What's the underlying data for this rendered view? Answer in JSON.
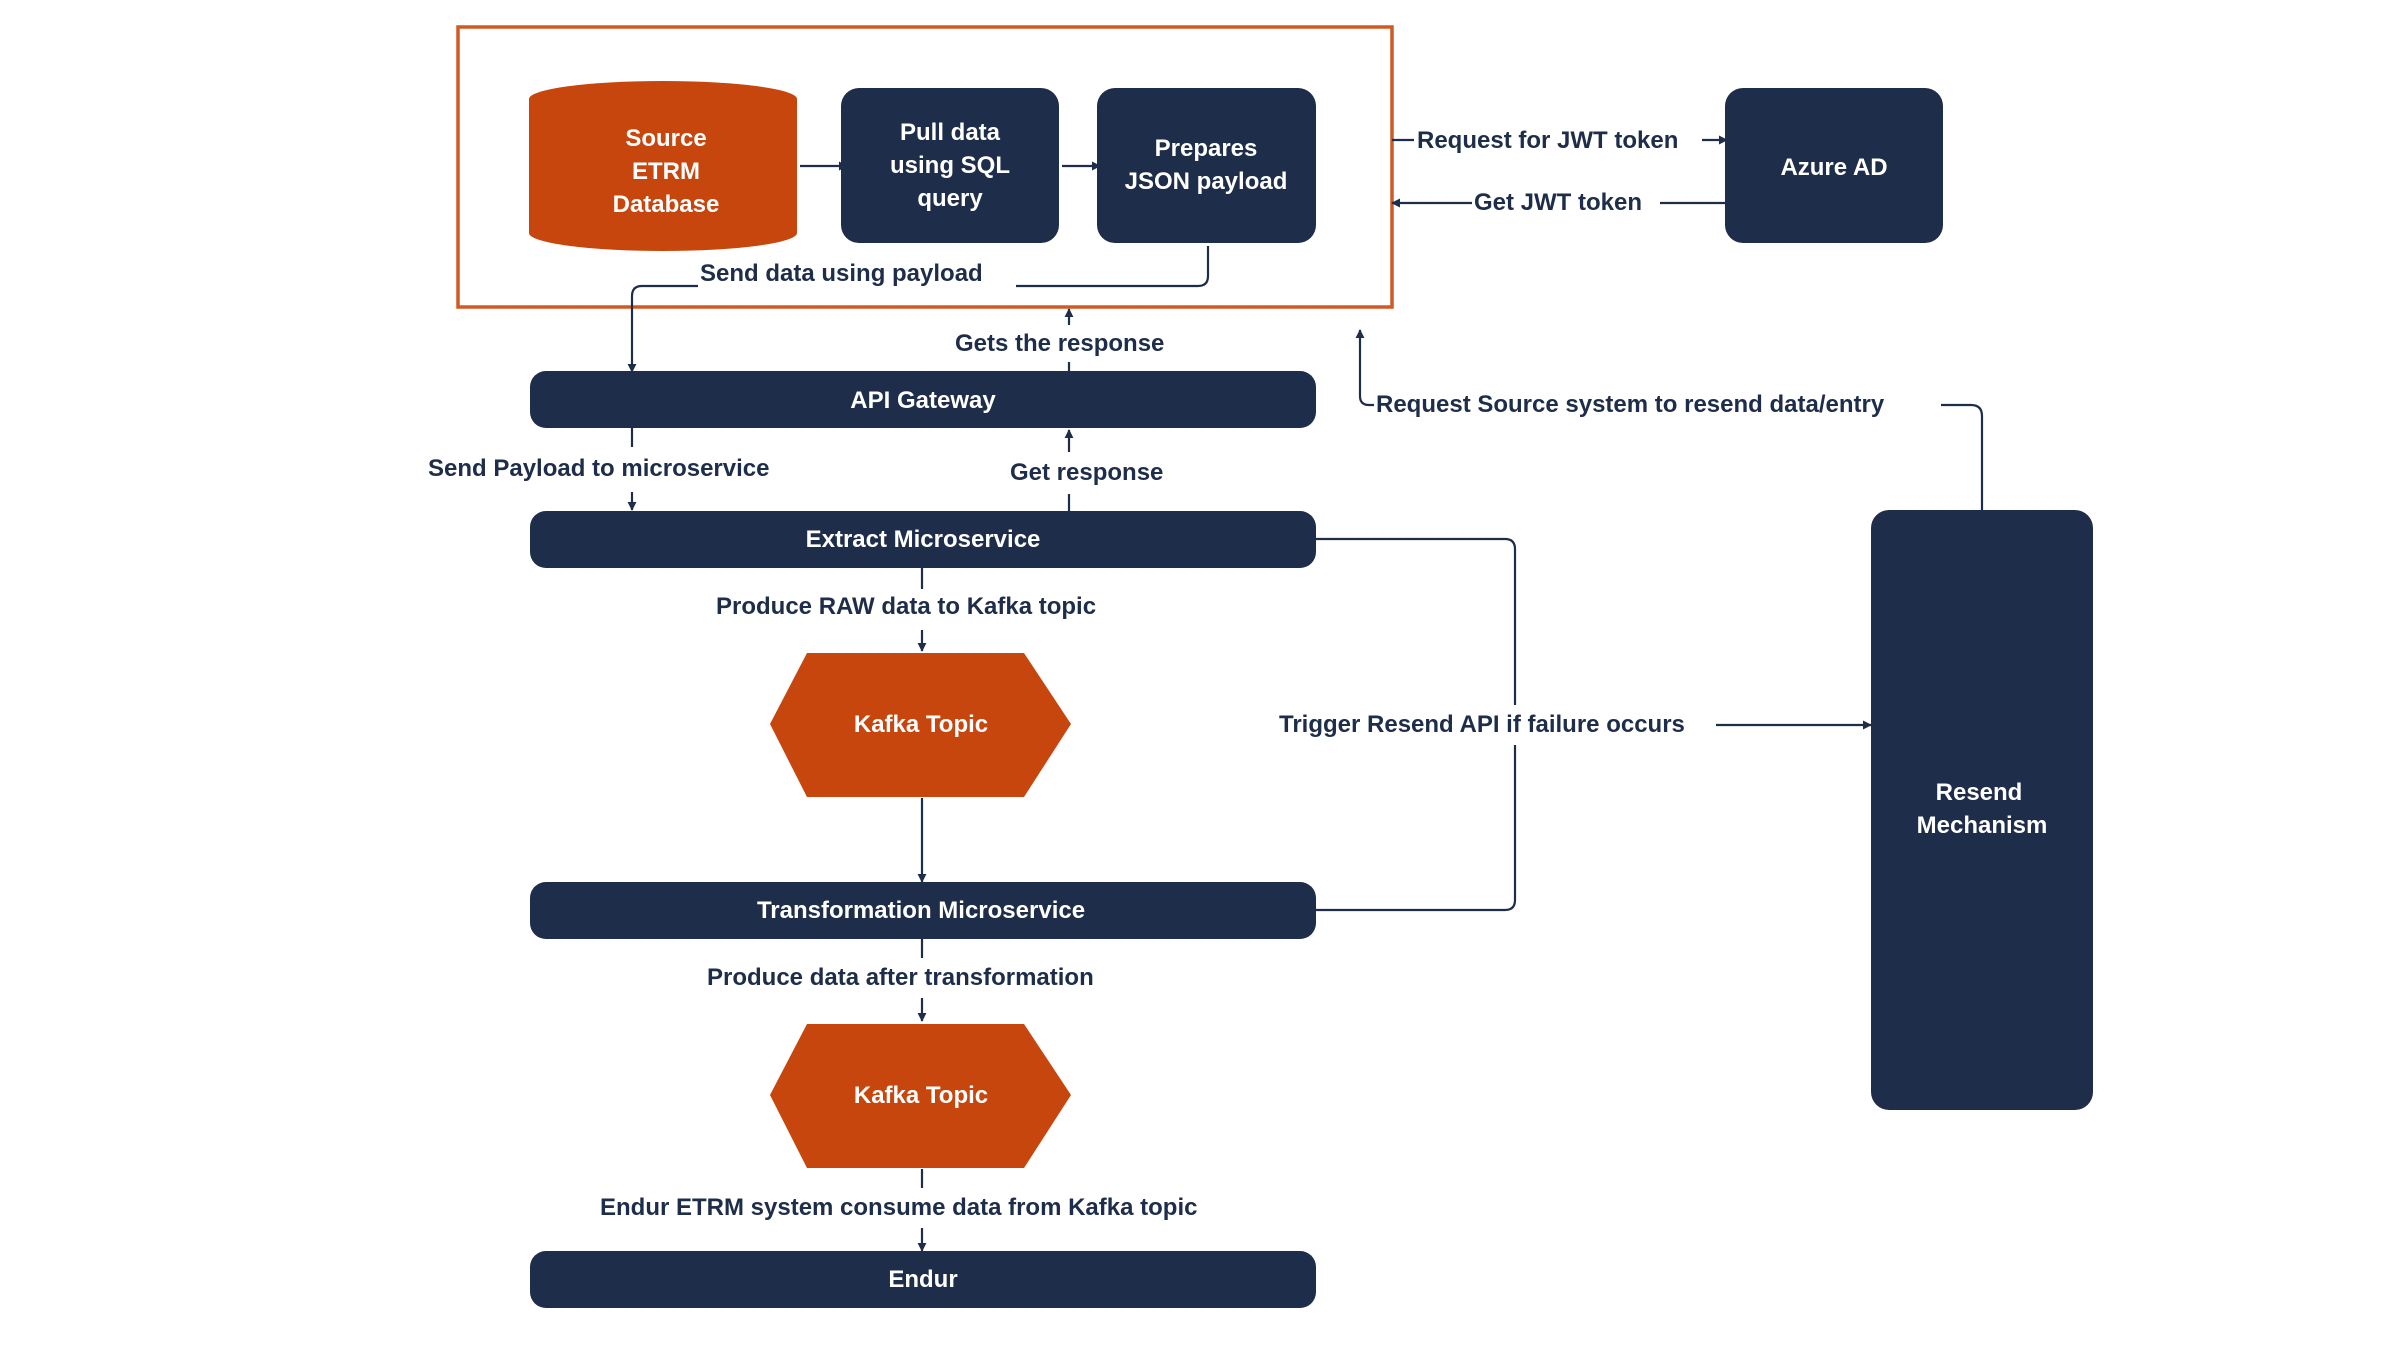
{
  "colors": {
    "navy": "#1e2d49",
    "orange": "#c7460e",
    "frame": "#d05a24",
    "background": "#ffffff"
  },
  "nodes": {
    "source_db": [
      "Source",
      "ETRM",
      "Database"
    ],
    "pull_data": [
      "Pull data",
      "using SQL",
      "query"
    ],
    "prepares_json": [
      "Prepares",
      "JSON payload"
    ],
    "azure_ad": "Azure AD",
    "api_gateway": "API Gateway",
    "extract_ms": "Extract Microservice",
    "kafka_topic_1": "Kafka Topic",
    "transformation_ms": "Transformation Microservice",
    "kafka_topic_2": "Kafka Topic",
    "endur": "Endur",
    "resend": [
      "Resend",
      "Mechanism"
    ]
  },
  "edges": {
    "request_jwt": "Request for JWT token",
    "get_jwt": "Get JWT token",
    "send_data_payload": "Send data using payload",
    "gets_response": "Gets the response",
    "request_resend": "Request Source system to resend data/entry",
    "send_payload_ms": "Send Payload to microservice",
    "get_response": "Get response",
    "produce_raw": "Produce RAW data to Kafka topic",
    "trigger_resend": "Trigger Resend API if failure occurs",
    "produce_after": "Produce data after transformation",
    "endur_consume": "Endur ETRM system consume data from Kafka topic"
  }
}
